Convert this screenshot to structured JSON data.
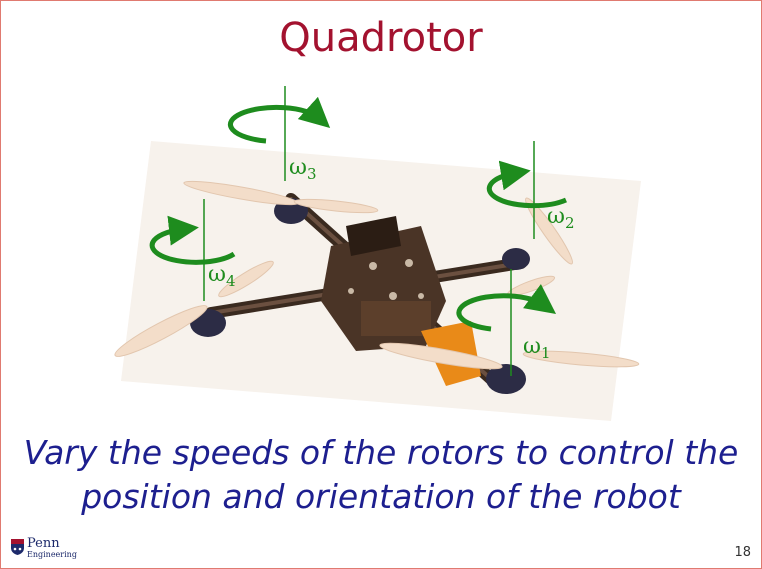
{
  "slide": {
    "title": "Quadrotor",
    "caption_line1": "Vary the speeds of the rotors to control the",
    "caption_line2": "position and orientation of the robot",
    "page_number": "18"
  },
  "logo": {
    "line1": "Penn",
    "line2": "Engineering"
  },
  "rotors": [
    {
      "symbol": "ω",
      "index": "1"
    },
    {
      "symbol": "ω",
      "index": "2"
    },
    {
      "symbol": "ω",
      "index": "3"
    },
    {
      "symbol": "ω",
      "index": "4"
    }
  ],
  "colors": {
    "title": "#a3122f",
    "caption": "#1d1f8f",
    "rotation_arrow": "#1e8c1e",
    "frame_border": "#e07a70"
  }
}
